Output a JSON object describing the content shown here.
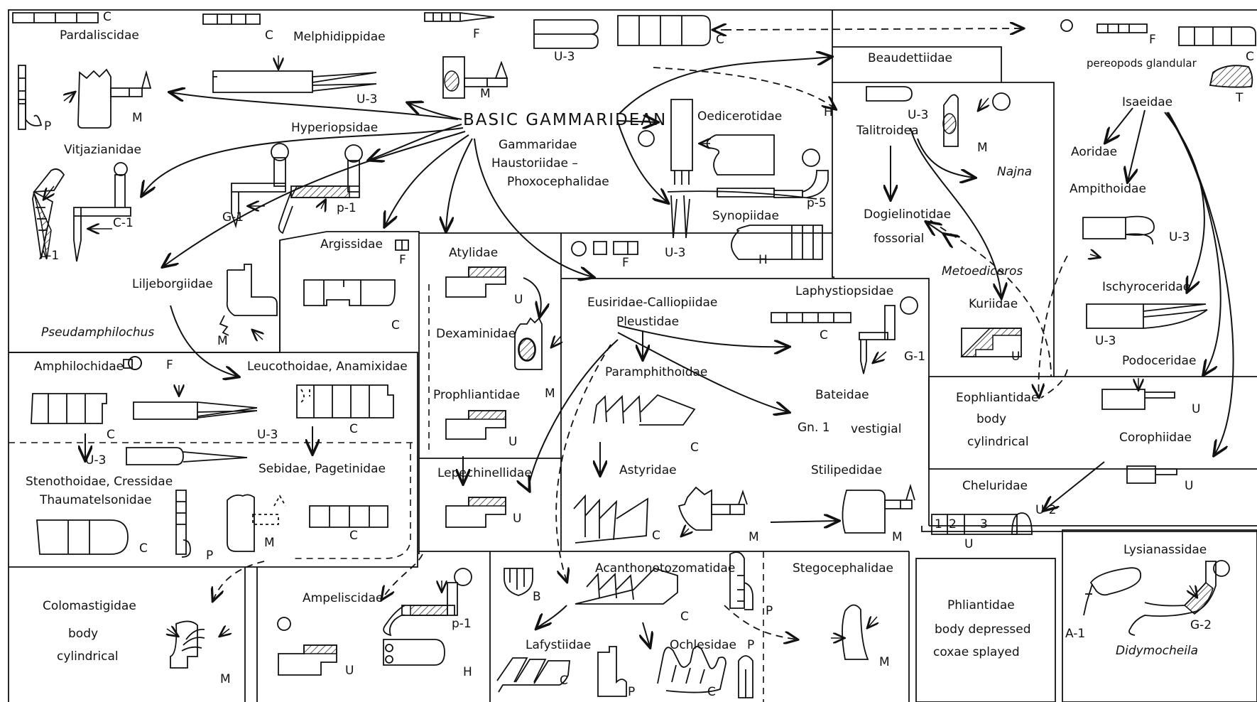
{
  "center": {
    "title": "BASIC GAMMARIDEAN",
    "sub1": "Gammaridae",
    "sub2": "Haustoriidae –",
    "sub3": "Phoxocephalidae"
  },
  "families": {
    "pardaliscidae": "Pardaliscidae",
    "melphidippidae": "Melphidippidae",
    "hyperiopsidae": "Hyperiopsidae",
    "vitjazianidae": "Vitjazianidae",
    "liljeborgiidae": "Liljeborgiidae",
    "pseudamphilochus": "Pseudamphilochus",
    "argissidae": "Argissidae",
    "atylidae": "Atylidae",
    "dexaminidae": "Dexaminidae",
    "prophliantidae": "Prophliantidae",
    "lepechinellidae": "Lepechinellidae",
    "eusiridae": "Eusiridae-Calliopiidae",
    "pleustidae": "Pleustidae",
    "paramphithoidae": "Paramphithoidae",
    "astyridae": "Astyridae",
    "laphystiopsidae": "Laphystiopsidae",
    "bateidae": "Bateidae",
    "gn1": "Gn. 1",
    "vestigial": "vestigial",
    "stilipedidae": "Stilipedidae",
    "oedicerotidae": "Oedicerotidae",
    "synopiidae": "Synopiidae",
    "beaudettiidae": "Beaudettiidae",
    "talitroidea": "Talitroidea",
    "najna": "Najna",
    "dogielinotidae": "Dogielinotidae",
    "fossorial": "fossorial",
    "metoediceros": "Metoediceros",
    "kuriidae": "Kuriidae",
    "eophliantidae": "Eophliantidae",
    "body1": "body",
    "cyl1": "cylindrical",
    "pereopods": "pereopods glandular",
    "isaeidae": "Isaeidae",
    "aoridae": "Aoridae",
    "ampithoidae": "Ampithoidae",
    "ischyroceridae": "Ischyroceridae",
    "podoceridae": "Podoceridae",
    "corophiidae": "Corophiidae",
    "cheluridae": "Cheluridae",
    "lysianassidae": "Lysianassidae",
    "didymocheila": "Didymocheila",
    "amphilochidae": "Amphilochidae",
    "leucothoidae": "Leucothoidae, Anamixidae",
    "stenothoidae": "Stenothoidae, Cressidae",
    "thaumatelsonidae": "Thaumatelsonidae",
    "sebidae": "Sebidae, Pagetinidae",
    "colomastigidae": "Colomastigidae",
    "body2": "body",
    "cyl2": "cylindrical",
    "ampeliscidae": "Ampeliscidae",
    "acanthonotozomatidae": "Acanthonotozomatidae",
    "lafystiidae": "Lafystiidae",
    "ochlesidae": "Ochlesidae",
    "stegocephalidae": "Stegocephalidae",
    "phliantidae": "Phliantidae",
    "bodydep": "body depressed",
    "coxae": "coxae splayed"
  },
  "codes": {
    "C": "C",
    "F": "F",
    "M": "M",
    "U": "U",
    "U3": "U-3",
    "P": "P",
    "H": "H",
    "T": "T",
    "B": "B",
    "A1": "A-1",
    "C1": "C-1",
    "G1": "G-1",
    "G2": "G-2",
    "p1": "p-1",
    "p5": "p-5",
    "U2": "U-2",
    "n1": "1",
    "n2": "2",
    "n3": "3"
  }
}
